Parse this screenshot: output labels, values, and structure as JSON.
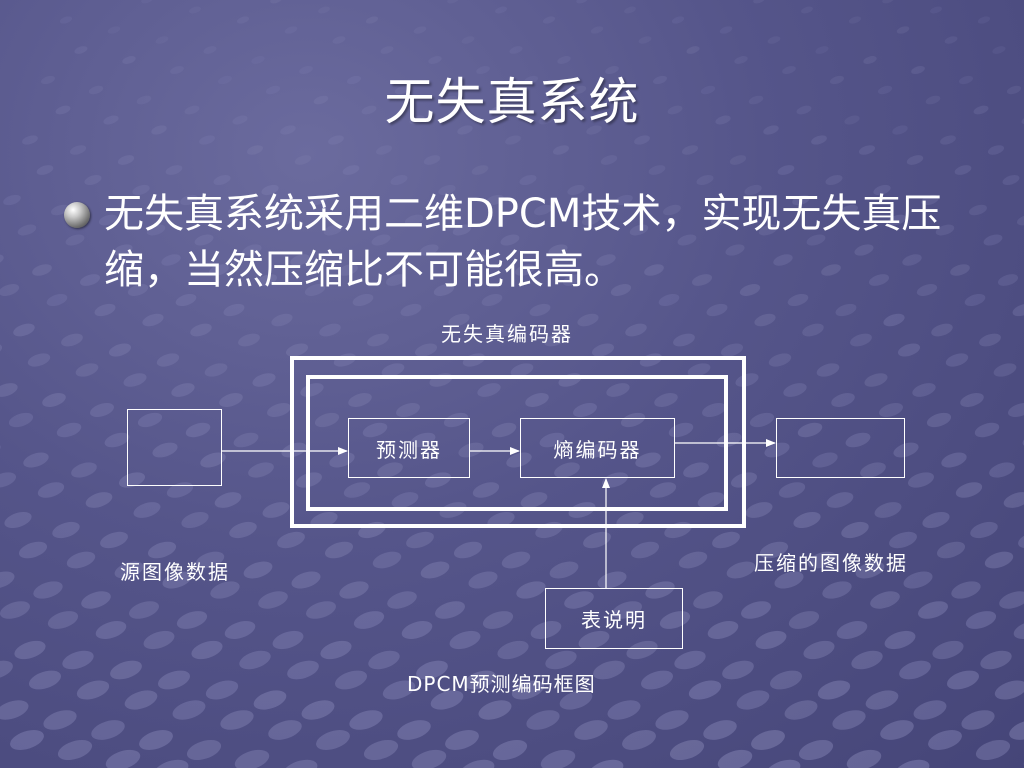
{
  "slide": {
    "title": "无失真系统",
    "bullet": "无失真系统采用二维DPCM技术，实现无失真压缩，当然压缩比不可能很高。"
  },
  "diagram": {
    "encoder_label": "无失真编码器",
    "predictor": "预测器",
    "entropy_coder": "熵编码器",
    "table": "表说明",
    "source_label": "源图像数据",
    "output_label": "压缩的图像数据",
    "caption": "DPCM预测编码框图"
  },
  "colors": {
    "background": "#55558a",
    "foreground": "#ffffff"
  }
}
